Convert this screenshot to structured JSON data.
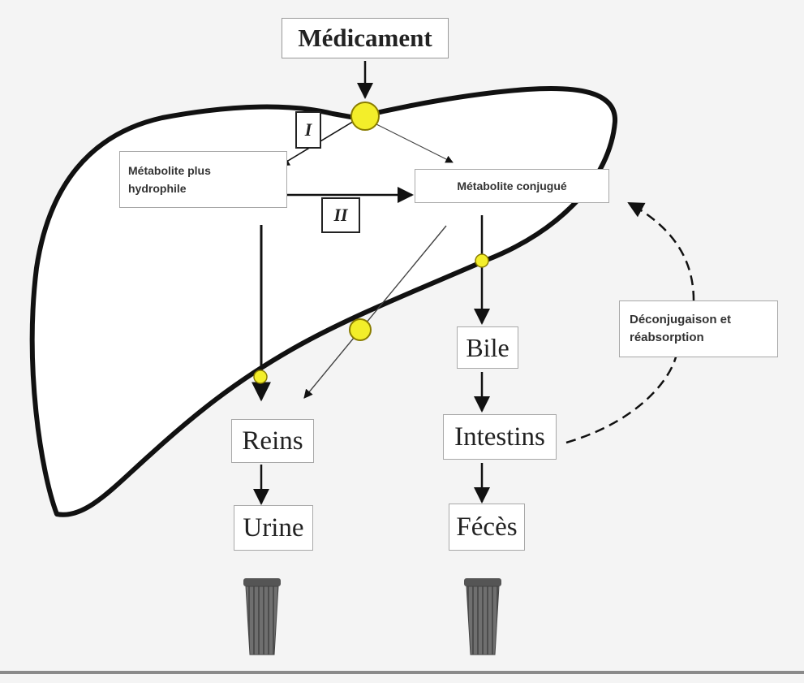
{
  "diagram": {
    "drug": "Médicament",
    "metabolite_hydrophilic": "Métabolite plus hydrophile",
    "metabolite_conjugated": "Métabolite conjugué",
    "phase_one": "I",
    "phase_two": "II",
    "kidneys": "Reins",
    "urine": "Urine",
    "bile": "Bile",
    "intestines": "Intestins",
    "feces": "Fécès",
    "deconjugation": "Déconjugaison et réabsorption"
  },
  "colors": {
    "liver_outline": "#111111",
    "node_fill": "#f3ee2a",
    "node_stroke": "#8a7d00",
    "box_border": "#a8a8a8",
    "trash_can": "#6f6f6f"
  },
  "icons": [
    "trash-can-icon",
    "trash-can-icon"
  ]
}
